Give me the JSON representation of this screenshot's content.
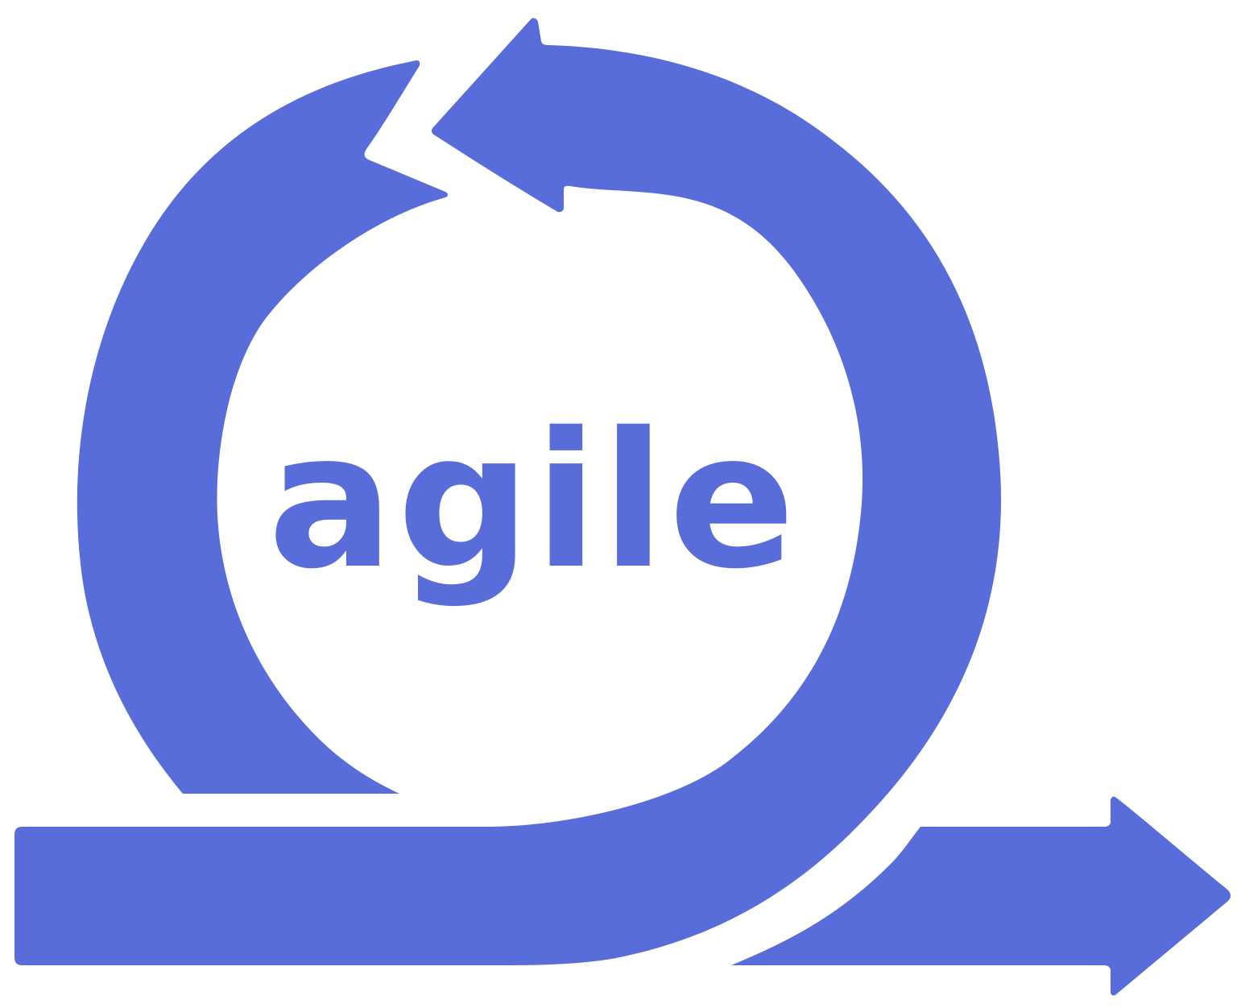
{
  "logo": {
    "word": "agile",
    "color": "#586DD9",
    "background": "#FFFFFF",
    "icons": [
      "circular-iteration-arrow",
      "forward-arrow"
    ]
  }
}
